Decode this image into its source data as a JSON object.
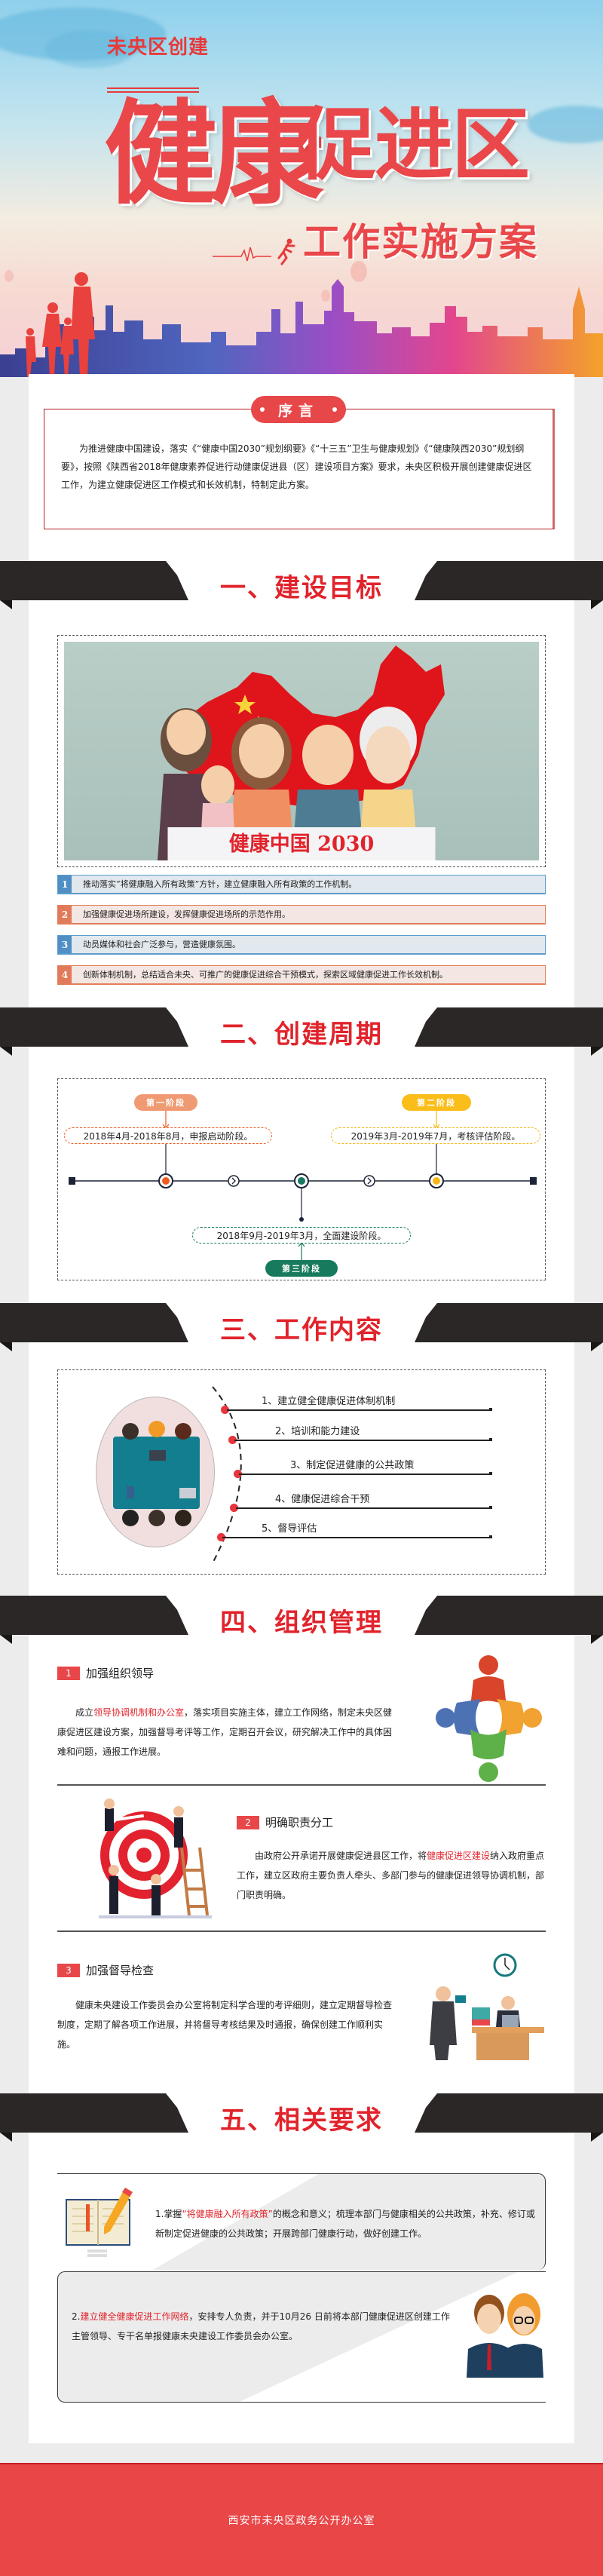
{
  "banner": {
    "subtitle": "未央区创建",
    "title_main": "健康",
    "title_rest": "促进区",
    "title_sub": "工作实施方案"
  },
  "preface": {
    "tag": "序言",
    "text": "为推进健康中国建设，落实《“健康中国2030”规划纲要》《“十三五”卫生与健康规划》《“健康陕西2030”规划纲要》，按照《陕西省2018年健康素养促进行动健康促进县（区）建设项目方案》要求，未央区积极开展创建健康促进区工作，为建立健康促进区工作模式和长效机制，特制定此方案。"
  },
  "sections": {
    "s1": {
      "title": "一、建设目标",
      "illustration_caption": "健康中国 2030",
      "goals": [
        {
          "num": "1",
          "text": "推动落实“将健康融入所有政策”方针，建立健康融入所有政策的工作机制。",
          "color": "blue"
        },
        {
          "num": "2",
          "text": "加强健康促进场所建设，发挥健康促进场所的示范作用。",
          "color": "orange"
        },
        {
          "num": "3",
          "text": "动员媒体和社会广泛参与，营造健康氛围。",
          "color": "blue"
        },
        {
          "num": "4",
          "text": "创新体制机制，总结适合未央、可推广的健康促进综合干预模式，探索区域健康促进工作长效机制。",
          "color": "orange"
        }
      ]
    },
    "s2": {
      "title": "二、创建周期",
      "phases": [
        {
          "label": "第一阶段",
          "text": "2018年4月-2018年8月，申报启动阶段。",
          "color": "#ef9a72",
          "dot": "#f05a1f"
        },
        {
          "label": "第二阶段",
          "text": "2019年3月-2019年7月，考核评估阶段。",
          "color": "#fbbd1a",
          "dot": "#f7b718"
        },
        {
          "label": "第三阶段",
          "text": "2018年9月-2019年3月，全面建设阶段。",
          "color": "#177a5c",
          "dot": "#17795f"
        }
      ]
    },
    "s3": {
      "title": "三、工作内容",
      "items": [
        "1、建立健全健康促进体制机制",
        "2、培训和能力建设",
        "3、制定促进健康的公共政策",
        "4、健康促进综合干预",
        "5、督导评估"
      ]
    },
    "s4": {
      "title": "四、组织管理",
      "blocks": [
        {
          "num": "1",
          "heading": "加强组织领导",
          "pre": "成立",
          "highlight": "领导协调机制和办公室",
          "post": "，落实项目实施主体，建立工作网络，制定未央区健康促进区建设方案，加强督导考评等工作，定期召开会议，研究解决工作中的具体困难和问题，通报工作进展。"
        },
        {
          "num": "2",
          "heading": "明确职责分工",
          "pre": "由政府公开承诺开展健康促进县区工作，将",
          "highlight": "健康促进区建设",
          "post": "纳入政府重点工作，建立区政府主要负责人牵头、多部门参与的健康促进领导协调机制，部门职责明确。"
        },
        {
          "num": "3",
          "heading": "加强督导检查",
          "pre": "",
          "highlight": "",
          "post": "健康未央建设工作委员会办公室将制定科学合理的考评细则，建立定期督导检查制度，定期了解各项工作进展，并将督导考核结果及时通报，确保创建工作顺利实施。"
        }
      ]
    },
    "s5": {
      "title": "五、相关要求",
      "items": [
        {
          "pre": "1.掌握",
          "highlight": "“将健康融入所有政策”",
          "post": "的概念和意义；梳理本部门与健康相关的公共政策，补充、修订或新制定促进健康的公共政策；开展跨部门健康行动，做好创建工作。"
        },
        {
          "pre": "2.",
          "highlight": "建立健全健康促进工作网络",
          "post": "，安排专人负责，并于10月26 日前将本部门健康促进区创建工作主管领导、专干名单报健康未央建设工作委员会办公室。"
        }
      ]
    }
  },
  "footer": {
    "text": "西安市未央区政务公开办公室"
  },
  "colors": {
    "accent_red": "#e8474a",
    "title_red": "#e1232b",
    "ribbon_black": "#2c2727",
    "footer_red": "#e94648"
  }
}
